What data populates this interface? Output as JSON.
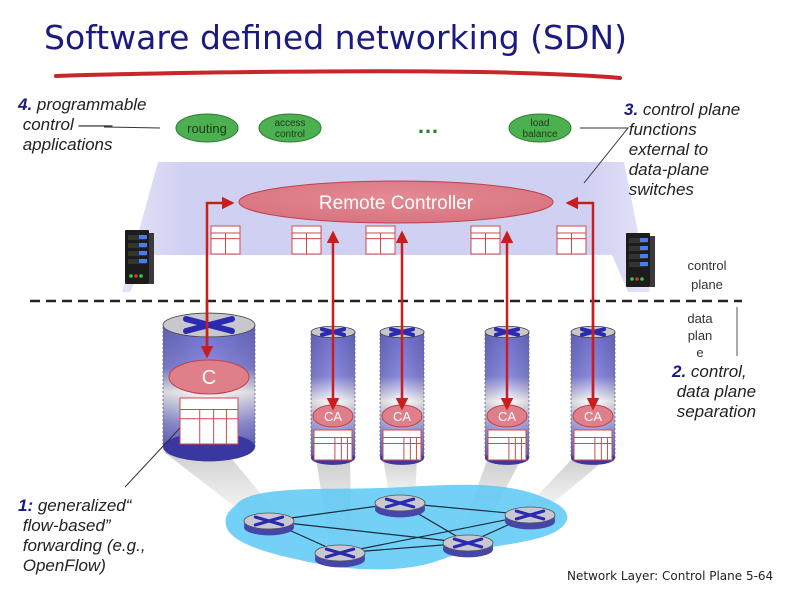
{
  "title": "Software defined networking (SDN)",
  "colors": {
    "title": "#1a1a80",
    "underline": "#c8262a",
    "app_green": "#4caf50",
    "controller_red": "#de7f8a",
    "arrow_red": "#c81e1e",
    "plane_lavender": "#d0d0f0",
    "network_blue": "#5bc8f5",
    "switch_blue": "#6f6fd0"
  },
  "annotations": {
    "a4": {
      "num": "4.",
      "text": " programmable\n control ——\n applications"
    },
    "a3": {
      "num": "3.",
      "text": " control plane\n functions\n external to\n data-plane\n switches"
    },
    "a2": {
      "num": "2.",
      "text": " control,\n data plane\n separation"
    },
    "a1": {
      "num": "1:",
      "text": " generalized“\n flow-based”\n forwarding (e.g.,\n OpenFlow)"
    }
  },
  "apps": [
    {
      "label": "routing"
    },
    {
      "label": "access\ncontrol"
    },
    {
      "label": "load\nbalance"
    }
  ],
  "ellipsis": "…",
  "controller": {
    "label": "Remote Controller"
  },
  "planes": {
    "control": "control\nplane",
    "data": "data\nplan\ne"
  },
  "switches": {
    "big": {
      "agent_label": "C"
    },
    "small": [
      {
        "agent_label": "CA"
      },
      {
        "agent_label": "CA"
      },
      {
        "agent_label": "CA"
      },
      {
        "agent_label": "CA"
      }
    ]
  },
  "footer": "Network Layer: Control Plane  5-64"
}
